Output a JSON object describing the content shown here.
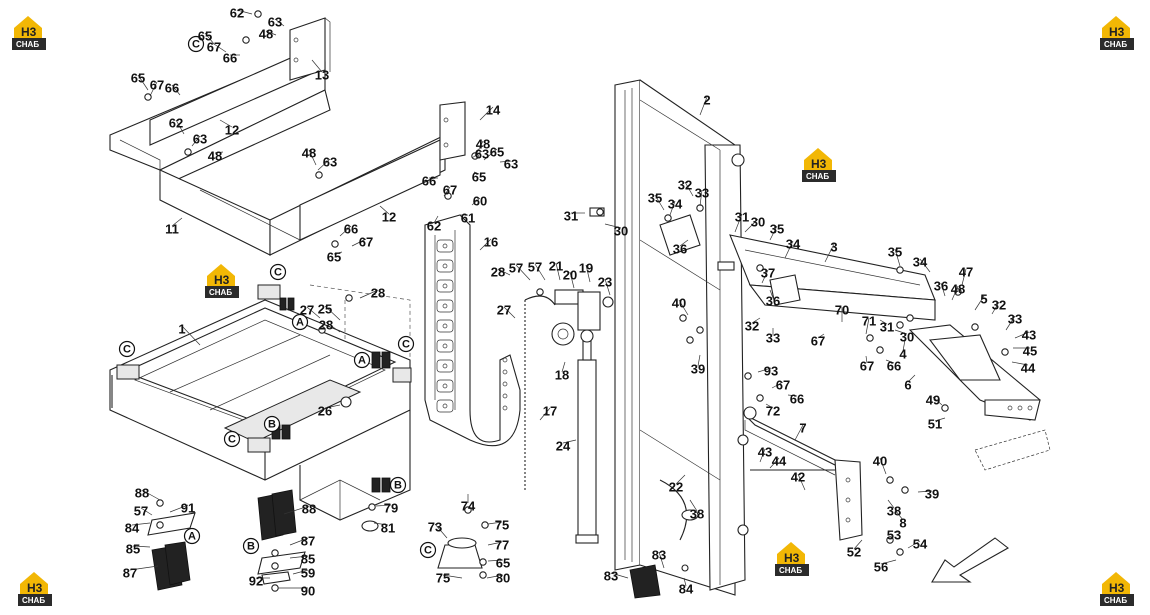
{
  "logo": {
    "mark": "H3",
    "caption": "CHAБ"
  },
  "part_labels": [
    "1",
    "2",
    "3",
    "4",
    "5",
    "6",
    "7",
    "8",
    "11",
    "12",
    "12",
    "13",
    "14",
    "16",
    "17",
    "18",
    "19",
    "20",
    "21",
    "22",
    "23",
    "24",
    "25",
    "26",
    "27",
    "27",
    "28",
    "28",
    "28",
    "30",
    "30",
    "30",
    "31",
    "31",
    "31",
    "32",
    "32",
    "32",
    "33",
    "33",
    "33",
    "34",
    "34",
    "34",
    "35",
    "35",
    "35",
    "36",
    "36",
    "36",
    "37",
    "38",
    "38",
    "39",
    "39",
    "40",
    "40",
    "42",
    "43",
    "43",
    "44",
    "44",
    "45",
    "47",
    "48",
    "48",
    "48",
    "48",
    "48",
    "49",
    "51",
    "52",
    "53",
    "54",
    "56",
    "57",
    "57",
    "57",
    "59",
    "60",
    "61",
    "62",
    "62",
    "62",
    "63",
    "63",
    "63",
    "63",
    "63",
    "65",
    "65",
    "65",
    "65",
    "65",
    "65",
    "66",
    "66",
    "66",
    "66",
    "66",
    "66",
    "67",
    "67",
    "67",
    "67",
    "67",
    "67",
    "67",
    "70",
    "71",
    "72",
    "73",
    "74",
    "75",
    "75",
    "77",
    "79",
    "80",
    "81",
    "83",
    "83",
    "84",
    "84",
    "85",
    "85",
    "87",
    "87",
    "88",
    "88",
    "90",
    "91",
    "92",
    "93"
  ],
  "zone_marks": [
    "A",
    "A",
    "A",
    "B",
    "B",
    "B",
    "C",
    "C",
    "C",
    "C",
    "C",
    "C"
  ],
  "colors": {
    "line": "#222222",
    "logo_yellow": "#f2b705",
    "logo_dark": "#2b2b2b"
  },
  "icons": [
    "direction-arrow-icon"
  ]
}
